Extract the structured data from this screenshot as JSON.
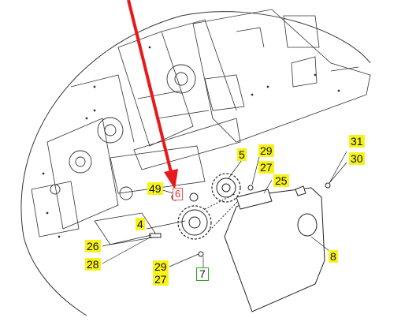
{
  "callouts": {
    "c49": "49",
    "c6": "6",
    "c5": "5",
    "c29a": "29",
    "c27a": "27",
    "c25": "25",
    "c31": "31",
    "c30": "30",
    "c4": "4",
    "c26": "26",
    "c28": "28",
    "c29b": "29",
    "c27b": "27",
    "c7": "7",
    "c8": "8"
  },
  "colors": {
    "highlight": "#f7f31a",
    "arrow": "#e8191c",
    "selected_box": "#e55555",
    "green_box": "#22aa22",
    "line": "#222222"
  }
}
